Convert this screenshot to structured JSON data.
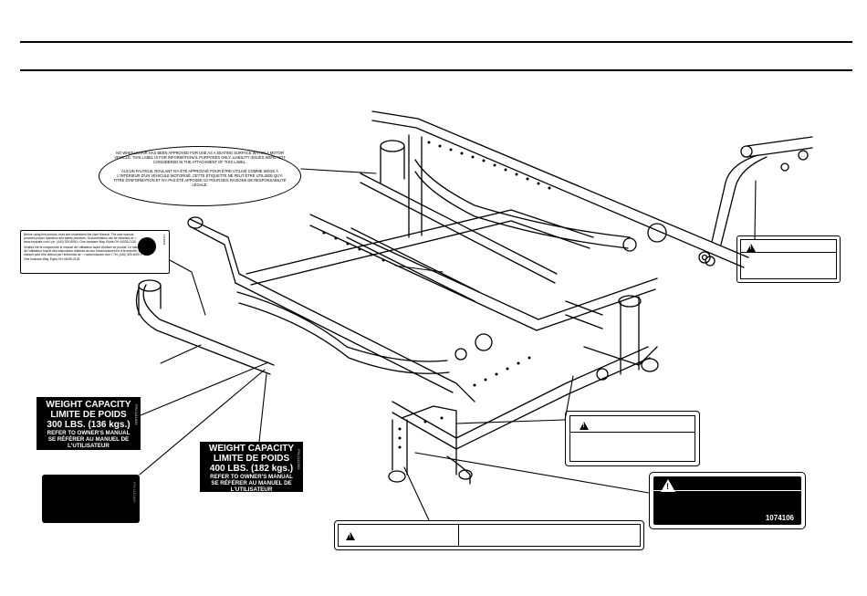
{
  "labels": {
    "seating_notice": {
      "english": "NO WHEELCHAIR HAS BEEN APPROVED FOR USE AS A SEATING SURFACE WITHIN A MOTOR VEHICLE. THIS LABEL IS FOR INFORMATIONAL PURPOSES ONLY. LIABILITY ISSUES WERE NOT CONSIDERED IN THE ATTACHMENT OF THIS LABEL.",
      "french": "AUCUN FAUTEUIL ROULANT N'A ÉTÉ APPROUVÉ POUR ÊTRE UTILISÉ COMME SIÈGE À L'INTÉRIEUR D'UN VÉHICULE MOTORISÉ. CETTE ÉTIQUETTE NE PEUT ÊTRE UTILISÉE QU'À TITRE D'INFORMATION ET N'A PAS ÉTÉ APPOSÉE ICI POUR DES RAISONS DE RESPONSABILITÉ LÉGALE."
    },
    "manual_notice": {
      "english": "Before using this product, read and understand the User Manual. The user manual provides proper operation and safety practices. Documentation can be obtained at: • www.invacare.com • ph: (440) 329-6000 • One Invacare Way, Elyria OH 44035-2125",
      "french": "Veuillez lire et comprendre le manuel de l'utilisateur avant d'utiliser ce produit. Le manuel de l'utilisateur fournit des instructions relatives au bon fonctionnement et à la sécurité. Le manuel peut être obtenu par l'entremise de : • www.invacare.com • Tél. (440) 329-6000 • One Invacare Way, Elyria OH 44035-2125",
      "part_number": "1112839"
    },
    "weight_300": {
      "line1": "WEIGHT CAPACITY",
      "line2": "LIMITE DE POIDS",
      "line3": "300 LBS. (136 kgs.)",
      "line4": "REFER TO OWNER'S MANUAL",
      "line5": "SE RÉFÉRER AU MANUEL DE L'UTILISATEUR",
      "part_number": "P/N 1111626"
    },
    "weight_400": {
      "line1": "WEIGHT CAPACITY",
      "line2": "LIMITE DE POIDS",
      "line3": "400 LBS. (182 kgs.)",
      "line4": "REFER TO OWNER'S MANUAL",
      "line5": "SE RÉFÉRER AU MANUEL DE L'UTILISATEUR",
      "part_number": "P/N 1111599"
    },
    "black_tag": {
      "part_number": "P/N 1111600"
    },
    "warning_black": {
      "code": "1074106"
    }
  },
  "colors": {
    "ink": "#000000",
    "paper": "#ffffff"
  },
  "icons": [
    "warning-triangle-icon",
    "user-manual-icon"
  ]
}
